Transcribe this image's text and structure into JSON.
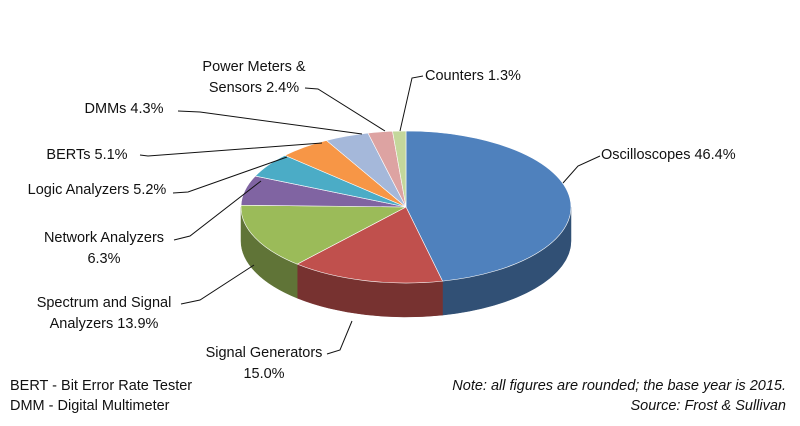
{
  "chart_data": {
    "type": "pie",
    "style": "3d",
    "slices": [
      {
        "name": "Oscilloscopes",
        "value": 46.4,
        "label_lines": [
          "Oscilloscopes 46.4%"
        ],
        "color": "#4F81BD"
      },
      {
        "name": "Signal Generators",
        "value": 15.0,
        "label_lines": [
          "Signal Generators",
          "15.0%"
        ],
        "color": "#C0504D"
      },
      {
        "name": "Spectrum and Signal Analyzers",
        "value": 13.9,
        "label_lines": [
          "Spectrum and Signal",
          "Analyzers 13.9%"
        ],
        "color": "#9BBB59"
      },
      {
        "name": "Network Analyzers",
        "value": 6.3,
        "label_lines": [
          "Network Analyzers",
          "6.3%"
        ],
        "color": "#8064A2"
      },
      {
        "name": "Logic Analyzers",
        "value": 5.2,
        "label_lines": [
          "Logic Analyzers 5.2%"
        ],
        "color": "#4BACC6"
      },
      {
        "name": "BERTs",
        "value": 5.1,
        "label_lines": [
          "BERTs 5.1%"
        ],
        "color": "#F79646"
      },
      {
        "name": "DMMs",
        "value": 4.3,
        "label_lines": [
          "DMMs 4.3%"
        ],
        "color": "#A5B8DA"
      },
      {
        "name": "Power Meters & Sensors",
        "value": 2.4,
        "label_lines": [
          "Power Meters &",
          "Sensors 2.4%"
        ],
        "color": "#DDA3A2"
      },
      {
        "name": "Counters",
        "value": 1.3,
        "label_lines": [
          "Counters 1.3%"
        ],
        "color": "#C4D79B"
      }
    ]
  },
  "footnotes": {
    "abbrev_1": "BERT - Bit Error Rate Tester",
    "abbrev_2": "DMM - Digital Multimeter",
    "note": "Note: all figures are rounded; the base year is 2015.",
    "source": "Source: Frost & Sullivan"
  }
}
